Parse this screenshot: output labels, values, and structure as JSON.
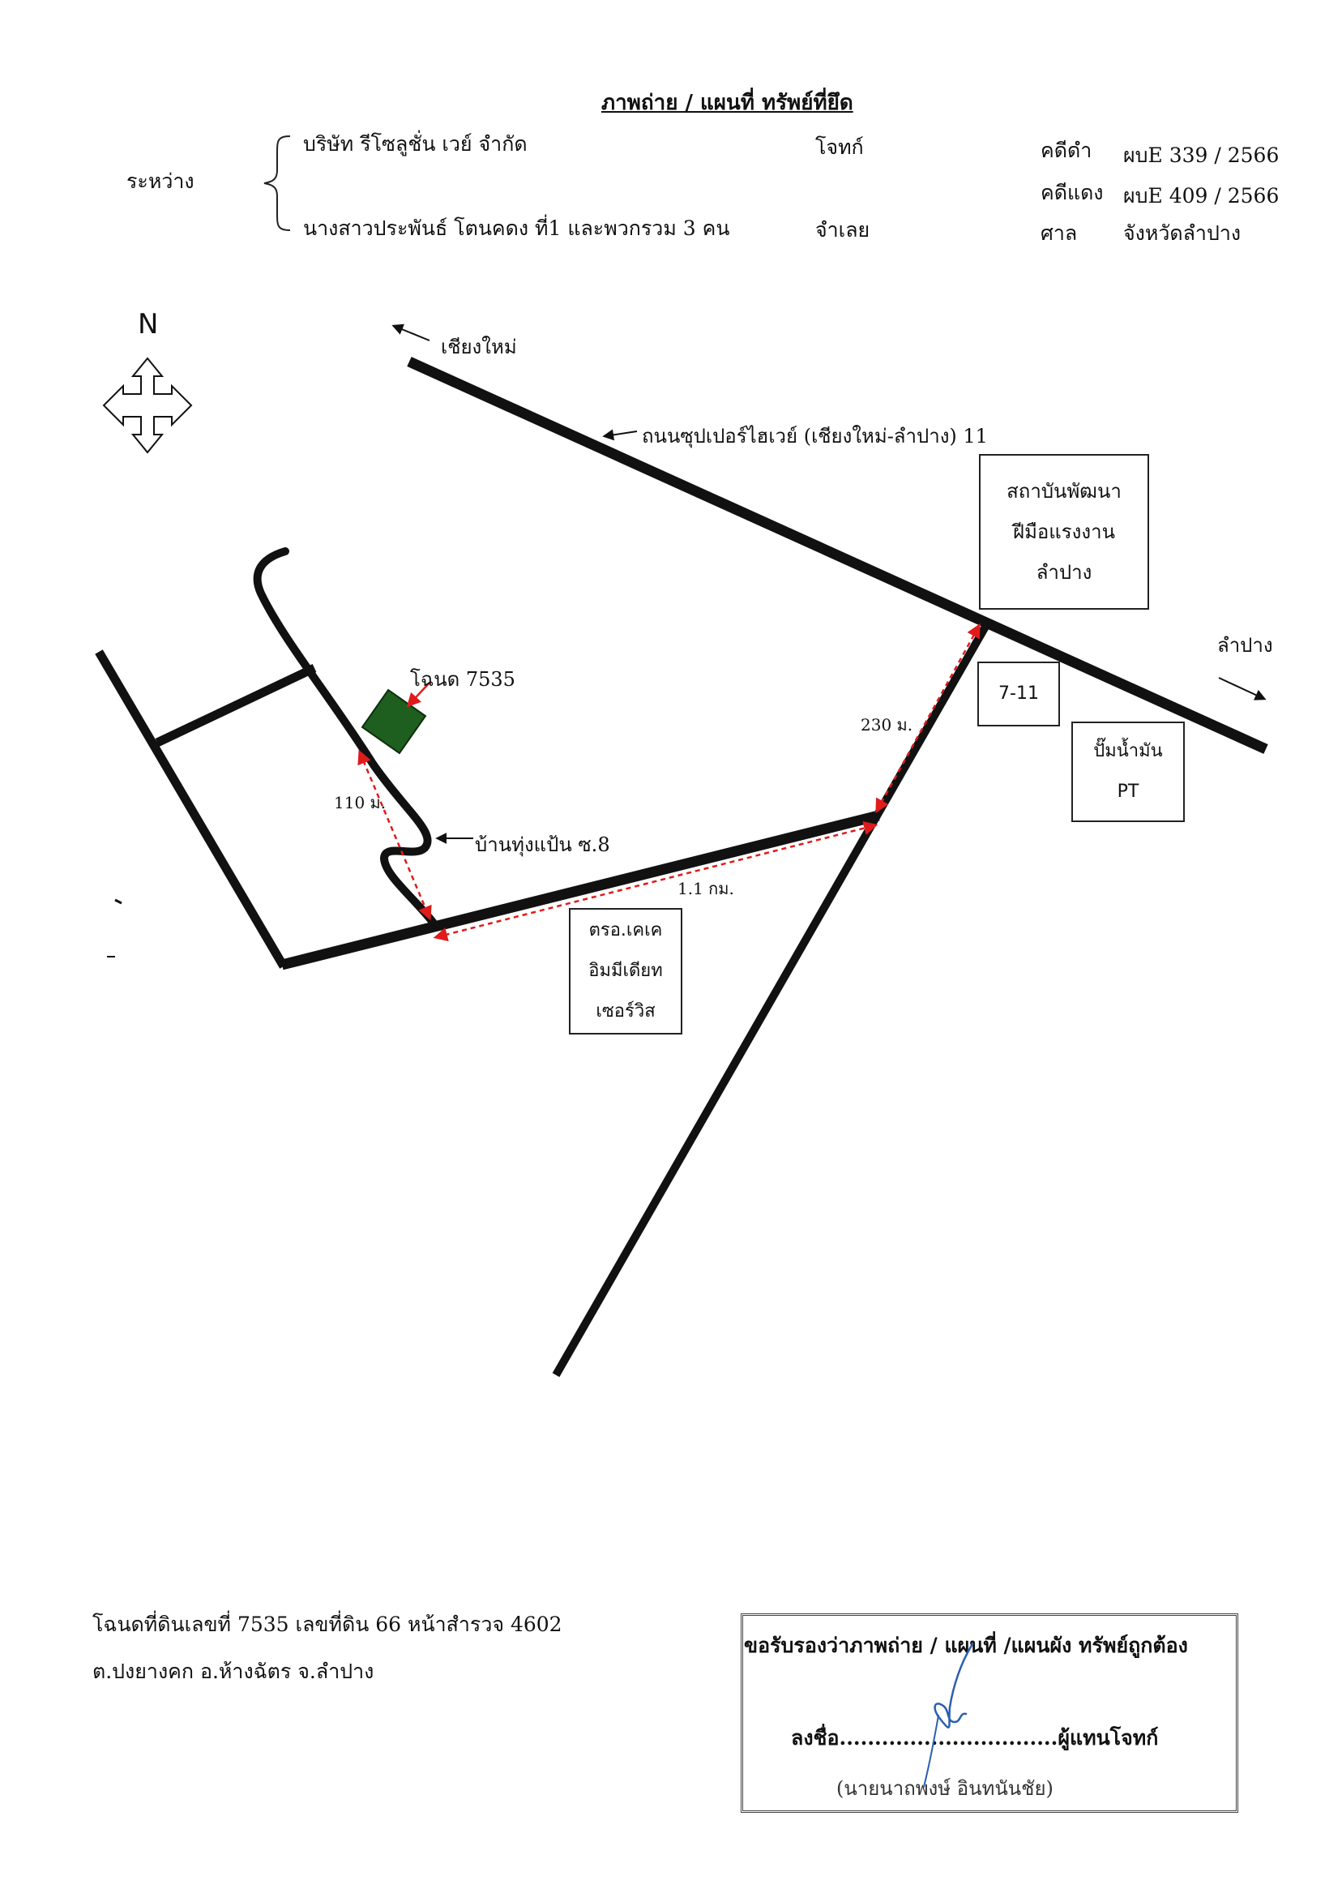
{
  "header": {
    "title": "ภาพถ่าย / แผนที่ ทรัพย์ที่ยึด",
    "between_label": "ระหว่าง",
    "party1_name": "บริษัท รีโซลูชั่น เวย์ จำกัด",
    "party1_role": "โจทก์",
    "party2_name": "นางสาวประพันธ์  โตนคดง ที่1 และพวกรวม 3 คน",
    "party2_role": "จำเลย",
    "black_case_label": "คดีดำ",
    "black_case_value": "ผบE 339 / 2566",
    "red_case_label": "คดีแดง",
    "red_case_value": "ผบE 409 / 2566",
    "court_label": "ศาล",
    "court_value": "จังหวัดลำปาง"
  },
  "map": {
    "north_label": "N",
    "icons": [
      "compass-icon",
      "arrow-icon"
    ],
    "to_chiangmai": "เชียงใหม่",
    "highway_label": "ถนนซุปเปอร์ไฮเวย์ (เชียงใหม่-ลำปาง) 11",
    "to_lampang": "ลำปาง",
    "institute": [
      "สถาบันพัฒนา",
      "ฝีมือแรงงาน",
      "ลำปาง"
    ],
    "seven_eleven": "7-11",
    "gas_station": [
      "ปั๊มน้ำมัน",
      "PT"
    ],
    "parcel_label": "โฉนด 7535",
    "soi_label": "บ้านทุ่งแป้น ซ.8",
    "office": [
      "ตรอ.เคเค",
      "อิมมีเดียท",
      "เซอร์วิส"
    ],
    "dist_230": "230 ม.",
    "dist_110": "110 ม.",
    "dist_11km": "1.1 กม.",
    "colors": {
      "road": "#111111",
      "parcel": "#1e5e1e",
      "measure": "#e01b1b"
    }
  },
  "footer": {
    "deed_line1": "โฉนดที่ดินเลขที่ 7535 เลขที่ดิน 66  หน้าสำรวจ 4602",
    "deed_line2": "ต.ปงยางคก อ.ห้างฉัตร จ.ลำปาง"
  },
  "certification": {
    "statement": "ขอรับรองว่าภาพถ่าย / แผนที่ /แผนผัง ทรัพย์ถูกต้อง",
    "sign_prefix": "ลงชื่อ",
    "dots": "...............................",
    "sign_role": "ผู้แทนโจทก์",
    "signer_name": "(นายนาถพงษ์ อินทนันชัย)",
    "signature_color": "#2a5fb0"
  }
}
